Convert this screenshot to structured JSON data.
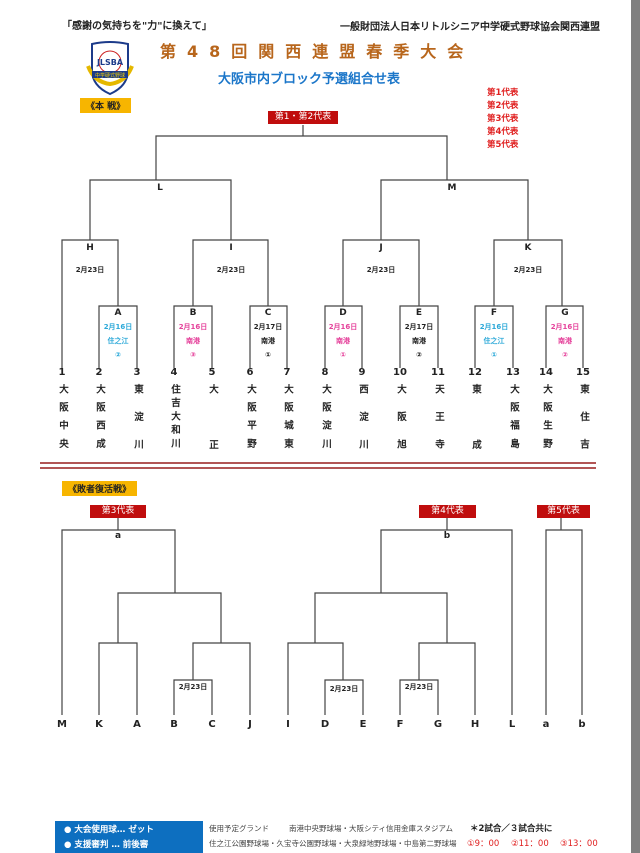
{
  "header": {
    "slogan": "「感謝の気持ちを\"力\"に換えて」",
    "organization": "一般財団法人日本リトルシニア中学硬式野球協会関西連盟",
    "title": "第48回関西連盟春季大会",
    "subtitle": "大阪市内ブロック予選組合せ表",
    "logo_text": "JLSBA 中学硬式野球",
    "main_stage_label": "《本 戦》"
  },
  "legend": [
    "第1代表",
    "第2代表",
    "第3代表",
    "第4代表",
    "第5代表"
  ],
  "main_bracket": {
    "final_label": "第1・第2代表",
    "semis": [
      {
        "label": "L"
      },
      {
        "label": "M"
      }
    ],
    "quarters": [
      {
        "label": "H",
        "date": "2月23日"
      },
      {
        "label": "I",
        "date": "2月23日"
      },
      {
        "label": "J",
        "date": "2月23日"
      },
      {
        "label": "K",
        "date": "2月23日"
      }
    ],
    "first_round": [
      {
        "label": "A",
        "date": "2月16日",
        "venue": "住之江",
        "slot": "②",
        "color": "#2aa8d8"
      },
      {
        "label": "B",
        "date": "2月16日",
        "venue": "南港",
        "slot": "③",
        "color": "#e5409a"
      },
      {
        "label": "C",
        "date": "2月17日",
        "venue": "南港",
        "slot": "①",
        "color": "#222222"
      },
      {
        "label": "D",
        "date": "2月16日",
        "venue": "南港",
        "slot": "①",
        "color": "#e5409a"
      },
      {
        "label": "E",
        "date": "2月17日",
        "venue": "南港",
        "slot": "②",
        "color": "#222222"
      },
      {
        "label": "F",
        "date": "2月16日",
        "venue": "住之江",
        "slot": "①",
        "color": "#2aa8d8"
      },
      {
        "label": "G",
        "date": "2月16日",
        "venue": "南港",
        "slot": "②",
        "color": "#e5409a"
      }
    ],
    "teams": [
      {
        "no": "1",
        "name": "大阪中央"
      },
      {
        "no": "2",
        "name": "大阪西成"
      },
      {
        "no": "3",
        "name": "東淀川"
      },
      {
        "no": "4",
        "name": "住吉大和川"
      },
      {
        "no": "5",
        "name": "大正"
      },
      {
        "no": "6",
        "name": "大阪平野"
      },
      {
        "no": "7",
        "name": "大阪城東"
      },
      {
        "no": "8",
        "name": "大阪淀川"
      },
      {
        "no": "9",
        "name": "西淀川"
      },
      {
        "no": "10",
        "name": "大阪旭"
      },
      {
        "no": "11",
        "name": "天王寺"
      },
      {
        "no": "12",
        "name": "東成"
      },
      {
        "no": "13",
        "name": "大阪福島"
      },
      {
        "no": "14",
        "name": "大阪生野"
      },
      {
        "no": "15",
        "name": "東住吉"
      }
    ]
  },
  "repechage": {
    "stage_label": "《敗者復活戦》",
    "rep3_label": "第3代表",
    "rep4_label": "第4代表",
    "rep5_label": "第5代表",
    "node_a": "a",
    "node_b": "b",
    "dates": [
      "2月23日",
      "2月23日",
      "2月23日"
    ],
    "entrants": [
      "M",
      "K",
      "A",
      "B",
      "C",
      "J",
      "I",
      "D",
      "E",
      "F",
      "G",
      "H",
      "L",
      "a",
      "b"
    ]
  },
  "footer": {
    "ball": "● 大会使用球… ゼット",
    "umpire": "● 支援審判 … 前後審",
    "grounds_label": "使用予定グランド",
    "grounds_1": "南港中央野球場・大阪シティ信用金庫スタジアム",
    "grounds_2": "住之江公園野球場・久宝寺公園野球場・大泉緑地野球場・中島第二野球場",
    "note": "＊2試合／３試合共に",
    "times": [
      "①9：00",
      "②11：00",
      "③13：00"
    ]
  }
}
